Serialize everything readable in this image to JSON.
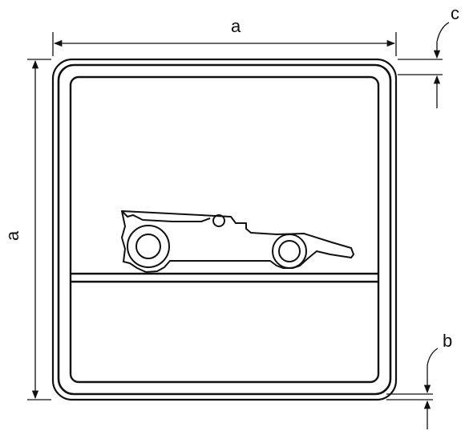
{
  "dimensions": {
    "width_label": "a",
    "height_label": "a",
    "border_gap_label": "c",
    "bottom_gap_label": "b"
  },
  "pictogram": {
    "icon": "race-car-icon"
  },
  "colors": {
    "stroke": "#111111",
    "background": "#ffffff"
  }
}
